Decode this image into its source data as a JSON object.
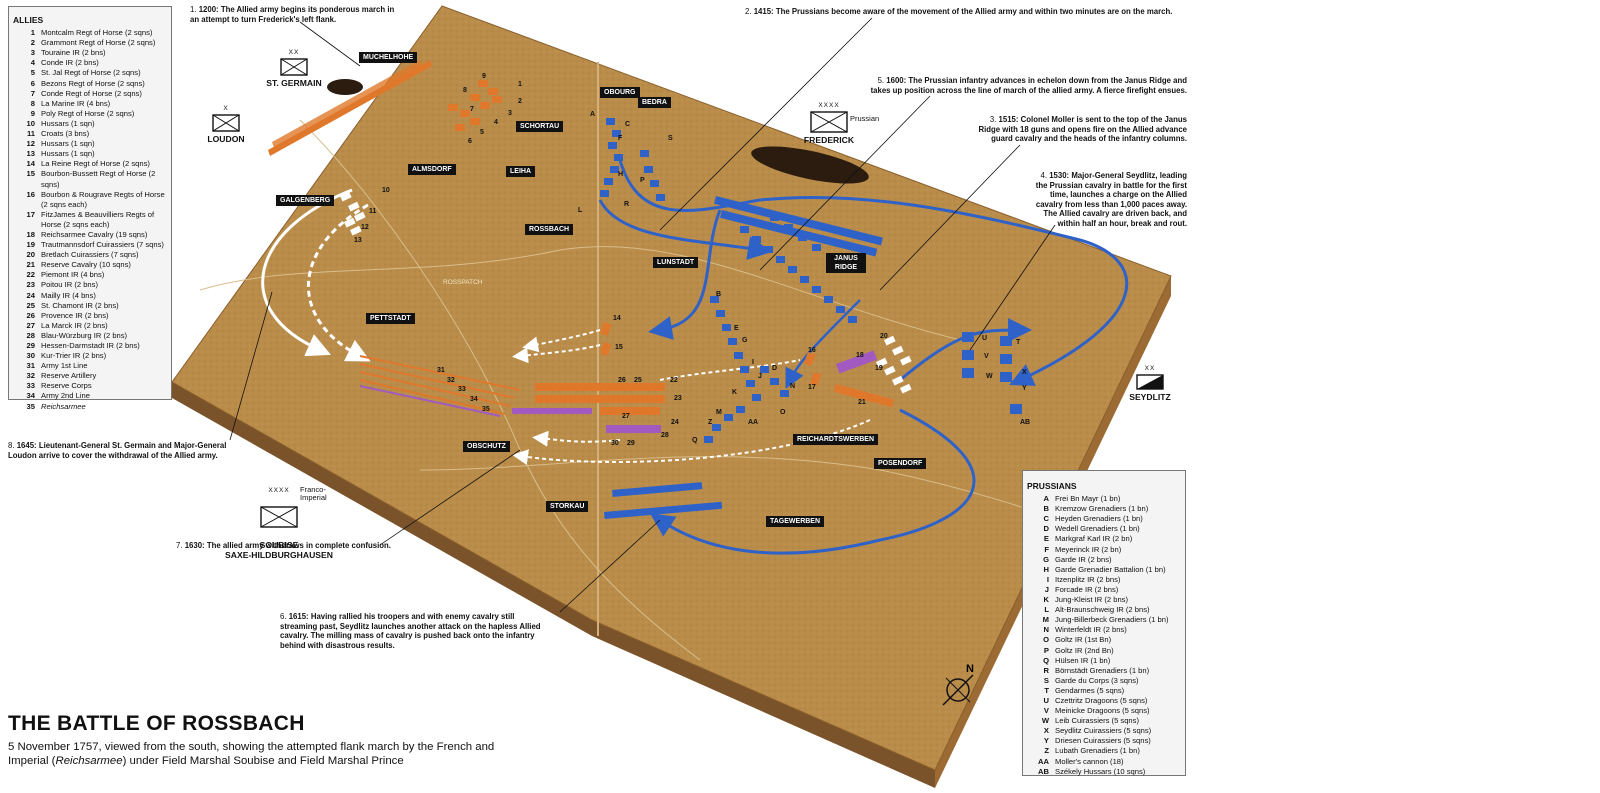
{
  "title": "THE BATTLE OF ROSSBACH",
  "subtitle": {
    "pre": "5 November 1757, viewed from the south, showing the attempted flank march by the French and Imperial (",
    "em": "Reichsarmee",
    "post": ") under Field Marshal Soubise and Field Marshal Prince"
  },
  "legend_allies": {
    "heading": "ALLIES",
    "items": [
      {
        "key": "1",
        "label": "Montcalm Regt of Horse (2 sqns)"
      },
      {
        "key": "2",
        "label": "Grammont Regt of Horse (2 sqns)"
      },
      {
        "key": "3",
        "label": "Touraine IR (2 bns)"
      },
      {
        "key": "4",
        "label": "Conde IR (2 bns)"
      },
      {
        "key": "5",
        "label": "St. Jal Regt of Horse (2 sqns)"
      },
      {
        "key": "6",
        "label": "Bezons Regt of Horse (2 sqns)"
      },
      {
        "key": "7",
        "label": "Conde Regt of Horse (2 sqns)"
      },
      {
        "key": "8",
        "label": "La Marine IR (4 bns)"
      },
      {
        "key": "9",
        "label": "Poly Regt of Horse (2 sqns)"
      },
      {
        "key": "10",
        "label": "Hussars (1 sqn)"
      },
      {
        "key": "11",
        "label": "Croats (3 bns)"
      },
      {
        "key": "12",
        "label": "Hussars (1 sqn)"
      },
      {
        "key": "13",
        "label": "Hussars (1 sqn)"
      },
      {
        "key": "14",
        "label": "La Reine Regt of Horse (2 sqns)"
      },
      {
        "key": "15",
        "label": "Bourbon-Bussett Regt of Horse (2 sqns)"
      },
      {
        "key": "16",
        "label": "Bourbon & Rougrave Regts of Horse (2 sqns each)"
      },
      {
        "key": "17",
        "label": "FitzJames & Beauvilliers Regts of Horse (2 sqns each)"
      },
      {
        "key": "18",
        "label": "Reichsarmee Cavalry (19 sqns)"
      },
      {
        "key": "19",
        "label": "Trautmannsdorf Cuirassiers (7 sqns)"
      },
      {
        "key": "20",
        "label": "Bretlach Cuirassiers (7 sqns)"
      },
      {
        "key": "21",
        "label": "Reserve Cavalry (10 sqns)"
      },
      {
        "key": "22",
        "label": "Piemont IR (4 bns)"
      },
      {
        "key": "23",
        "label": "Poitou IR (2 bns)"
      },
      {
        "key": "24",
        "label": "Mailly IR (4 bns)"
      },
      {
        "key": "25",
        "label": "St. Chamont IR (2 bns)"
      },
      {
        "key": "26",
        "label": "Provence IR (2 bns)"
      },
      {
        "key": "27",
        "label": "La Marck IR (2 bns)"
      },
      {
        "key": "28",
        "label": "Blau-Würzburg IR (2 bns)"
      },
      {
        "key": "29",
        "label": "Hessen-Darmstadt IR (2 bns)"
      },
      {
        "key": "30",
        "label": "Kur-Trier IR (2 bns)"
      },
      {
        "key": "31",
        "label": "Army 1st Line"
      },
      {
        "key": "32",
        "label": "Reserve Artillery"
      },
      {
        "key": "33",
        "label": "Reserve Corps"
      },
      {
        "key": "34",
        "label": "Army 2nd Line"
      },
      {
        "key": "35",
        "label": "Reichsarmee"
      }
    ]
  },
  "legend_prussians": {
    "heading": "PRUSSIANS",
    "items": [
      {
        "key": "A",
        "label": "Frei Bn Mayr (1 bn)"
      },
      {
        "key": "B",
        "label": "Kremzow Grenadiers (1 bn)"
      },
      {
        "key": "C",
        "label": "Heyden Grenadiers (1 bn)"
      },
      {
        "key": "D",
        "label": "Wedell Grenadiers (1 bn)"
      },
      {
        "key": "E",
        "label": "Markgraf Karl IR (2 bn)"
      },
      {
        "key": "F",
        "label": "Meyerinck IR (2 bn)"
      },
      {
        "key": "G",
        "label": "Garde IR (2 bns)"
      },
      {
        "key": "H",
        "label": "Garde Grenadier Battalion (1 bn)"
      },
      {
        "key": "I",
        "label": "Itzenplitz IR (2 bns)"
      },
      {
        "key": "J",
        "label": "Forcade IR (2 bns)"
      },
      {
        "key": "K",
        "label": "Jung-Kleist IR (2 bns)"
      },
      {
        "key": "L",
        "label": "Alt-Braunschweig IR (2 bns)"
      },
      {
        "key": "M",
        "label": "Jung-Billerbeck Grenadiers (1 bn)"
      },
      {
        "key": "N",
        "label": "Winterfeldt IR (2 bns)"
      },
      {
        "key": "O",
        "label": "Goltz IR (1st Bn)"
      },
      {
        "key": "P",
        "label": "Goltz IR (2nd Bn)"
      },
      {
        "key": "Q",
        "label": "Hülsen IR (1 bn)"
      },
      {
        "key": "R",
        "label": "Börnstädt Grenadiers (1 bn)"
      },
      {
        "key": "S",
        "label": "Garde du Corps (3 sqns)"
      },
      {
        "key": "T",
        "label": "Gendarmes (5 sqns)"
      },
      {
        "key": "U",
        "label": "Czettritz Dragoons (5 sqns)"
      },
      {
        "key": "V",
        "label": "Meinicke Dragoons (5 sqns)"
      },
      {
        "key": "W",
        "label": "Leib Cuirassiers (5 sqns)"
      },
      {
        "key": "X",
        "label": "Seydlitz Cuirassiers (5 sqns)"
      },
      {
        "key": "Y",
        "label": "Driesen Cuirassiers (5 sqns)"
      },
      {
        "key": "Z",
        "label": "Lubath Grenadiers (1 bn)"
      },
      {
        "key": "AA",
        "label": "Moller's cannon (18)"
      },
      {
        "key": "AB",
        "label": "Székely Hussars (10 sqns)"
      }
    ]
  },
  "notes": [
    {
      "num": "1.",
      "time": "1200:",
      "text": "The Allied army begins its ponderous march in an attempt to turn Frederick's left flank."
    },
    {
      "num": "2.",
      "time": "1415:",
      "text": "The Prussians become aware of the movement of the Allied army and within two minutes are on the march."
    },
    {
      "num": "3.",
      "time": "1515:",
      "text": "Colonel Moller is sent to the top of the Janus Ridge with 18 guns and opens fire on the Allied advance guard cavalry and the heads of the infantry columns."
    },
    {
      "num": "4.",
      "time": "1530:",
      "text": "Major-General Seydlitz, leading the Prussian cavalry in battle for the first time, launches a charge on the Allied cavalry from less than 1,000 paces away. The Allied cavalry are driven back, and within half an hour, break and rout."
    },
    {
      "num": "5.",
      "time": "1600:",
      "text": "The Prussian infantry advances in echelon down from the Janus Ridge and takes up position across the line of march of the allied army. A fierce firefight ensues."
    },
    {
      "num": "6.",
      "time": "1615:",
      "text": "Having rallied his troopers and with enemy cavalry still streaming past, Seydlitz launches another attack on the hapless Allied cavalry. The milling mass of cavalry is pushed back onto the infantry behind with disastrous results."
    },
    {
      "num": "7.",
      "time": "1630:",
      "text": "The allied army withdraws in complete confusion."
    },
    {
      "num": "8.",
      "time": "1645:",
      "text": "Lieutenant-General St. Germain and Major-General Loudon arrive to cover the withdrawal of the Allied army."
    }
  ],
  "places": {
    "muchelhohe": "MUCHELHOHE",
    "obourg": "OBOURG",
    "bedra": "BEDRA",
    "schortau": "SCHORTAU",
    "almsdorf": "ALMSDORF",
    "leiha": "LEIHA",
    "galgenberg": "GALGENBERG",
    "rossbach": "ROSSBACH",
    "lunstadt": "LUNSTADT",
    "janus_ridge": "JANUS RIDGE",
    "pettstadt": "PETTSTADT",
    "reichardtswerben": "REICHARDTSWERBEN",
    "posendorf": "POSENDORF",
    "obschutz": "OBSCHUTZ",
    "storkau": "STORKAU",
    "tagewerben": "TAGEWERBEN",
    "rosspatch": "ROSSPATCH"
  },
  "commanders": {
    "st_germain": {
      "name": "ST. GERMAIN",
      "echelon": "XX"
    },
    "loudon": {
      "name": "LOUDON",
      "echelon": "X"
    },
    "frederick": {
      "name": "FREDERICK",
      "echelon": "XXXX",
      "side": "Prussian"
    },
    "seydlitz": {
      "name": "SEYDLITZ",
      "echelon": "XX"
    },
    "soubise": {
      "name": "SOUBISE\nSAXE-HILDBURGHAUSEN",
      "echelon": "XXXX",
      "side": "Franco-\nImperial"
    }
  },
  "compass_label": "N",
  "colors": {
    "terrain": "#b98c4a",
    "terrain_dark": "#8a5f2c",
    "terrain_side": "#9c6a33",
    "prussian": "#2f62c9",
    "allied": "#e0782c",
    "reichsarmee": "#a25ac0"
  }
}
